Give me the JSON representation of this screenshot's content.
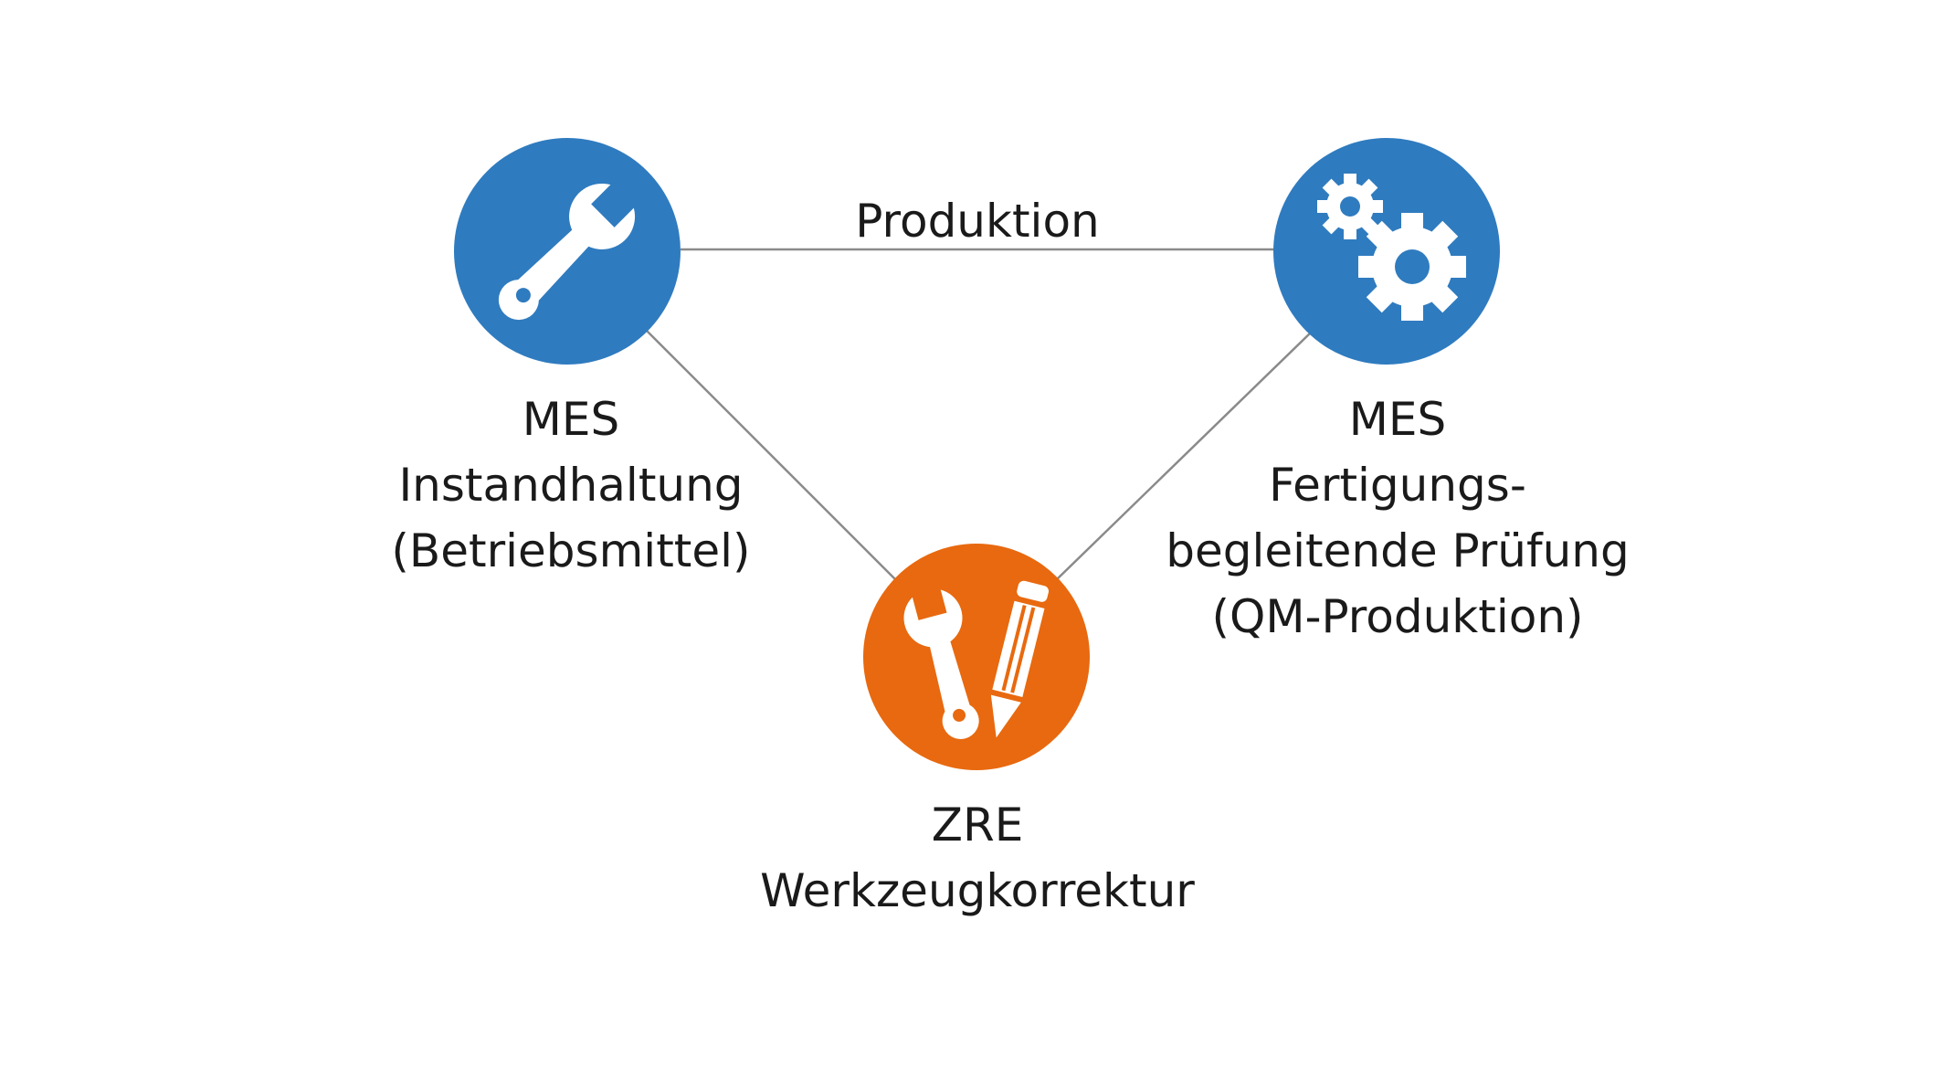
{
  "edge_top": {
    "label": "Produktion"
  },
  "nodes": {
    "left": {
      "line1": "MES",
      "line2": "Instandhaltung",
      "line3": "(Betriebsmittel)",
      "icon": "wrench-icon",
      "color": "#2f7bbf"
    },
    "right": {
      "line1": "MES",
      "line2": "Fertigungs-",
      "line3": "begleitende Prüfung",
      "line4": "(QM-Produktion)",
      "icon": "gears-icon",
      "color": "#2f7bbf"
    },
    "bottom": {
      "line1": "ZRE",
      "line2": "Werkzeugkorrektur",
      "icon": "wrench-pencil-icon",
      "color": "#e8690f"
    }
  },
  "colors": {
    "connector": "#8a8a8a",
    "icon": "#ffffff"
  }
}
